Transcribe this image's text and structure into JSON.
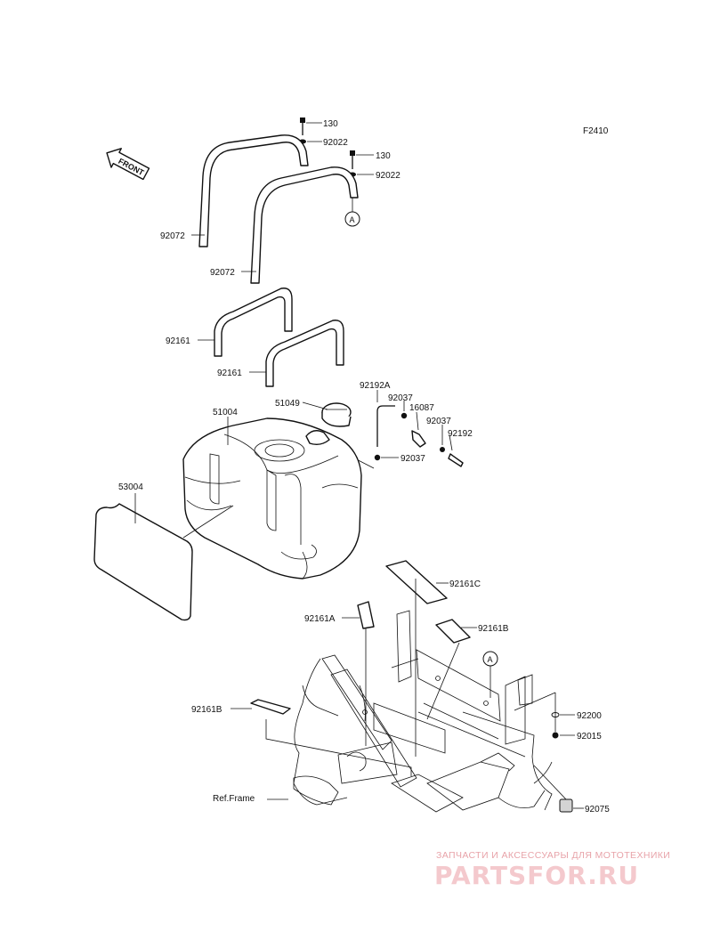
{
  "figure_code": "F2410",
  "front_label": "FRONT",
  "ref_marker": "A",
  "ref_frame_label": "Ref.Frame",
  "parts": {
    "p130a": "130",
    "p92022a": "92022",
    "p130b": "130",
    "p92022b": "92022",
    "p92072a": "92072",
    "p92072b": "92072",
    "p92161a": "92161",
    "p92161b": "92161",
    "p92192A": "92192A",
    "p92037a": "92037",
    "p16087": "16087",
    "p92037b": "92037",
    "p92192": "92192",
    "p92037c": "92037",
    "p51049": "51049",
    "p51004": "51004",
    "p53004": "53004",
    "p92161C": "92161C",
    "p92161A": "92161A",
    "p92161B_r": "92161B",
    "p92161B_l": "92161B",
    "p92200": "92200",
    "p92015": "92015",
    "p92075": "92075"
  },
  "watermark": {
    "tagline": "ЗАПЧАСТИ И АКСЕССУАРЫ ДЛЯ МОТОТЕХНИКИ",
    "logo": "PARTSFOR.RU"
  }
}
